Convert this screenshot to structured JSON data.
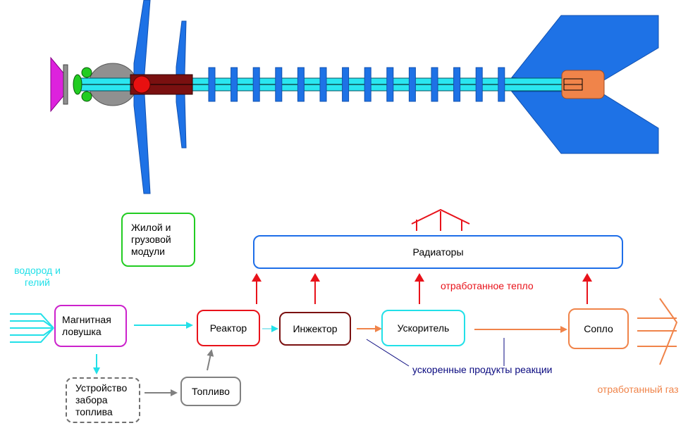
{
  "boxes": {
    "habitat": "Жилой и грузовой модули",
    "trap": "Магнитная ловушка",
    "reactor": "Реактор",
    "injector": "Инжектор",
    "accelerator": "Ускоритель",
    "nozzle": "Сопло",
    "intake": "Устройство забора топлива",
    "fuel": "Топливо",
    "radiators": "Радиаторы"
  },
  "labels": {
    "input": "водород и гелий",
    "waste_heat": "отработанное тепло",
    "products": "ускоренные продукты реакции",
    "exhaust": "отработанный газ"
  },
  "colors": {
    "cyan": "#22e0e8",
    "red": "#e8121a",
    "dark_red": "#7a1010",
    "orange": "#f0844a",
    "blue": "#1e6ee8",
    "green": "#22cc22",
    "magenta": "#cc22cc",
    "gray": "#808080",
    "navy": "#0a0a80"
  }
}
